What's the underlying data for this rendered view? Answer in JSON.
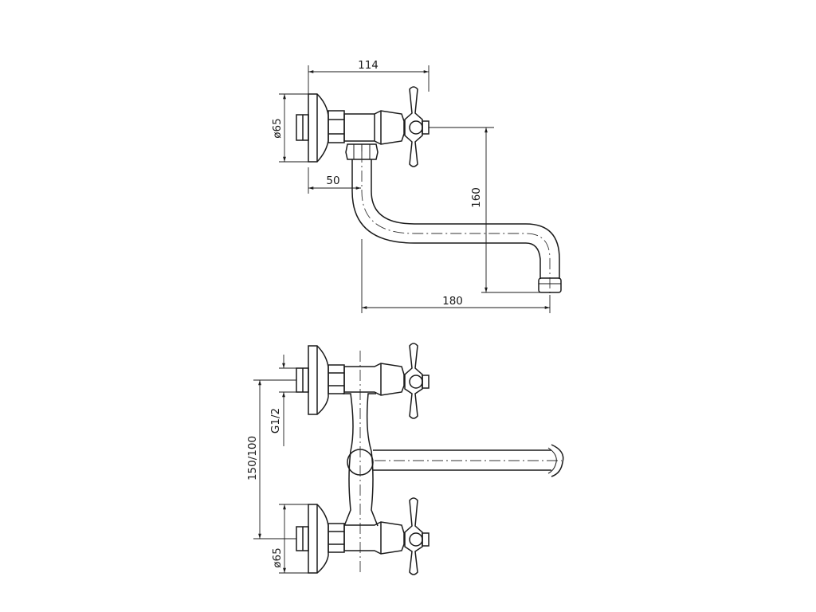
{
  "dimensions": {
    "top_view": {
      "width": "114",
      "flange_diameter": "ø65",
      "spout_offset": "50",
      "spout_height": "160",
      "spout_reach": "180"
    },
    "front_view": {
      "thread": "G1/2",
      "center_distance": "150/100",
      "flange_diameter": "ø65"
    }
  },
  "colors": {
    "line": "#1a1a1a",
    "background": "#ffffff"
  }
}
